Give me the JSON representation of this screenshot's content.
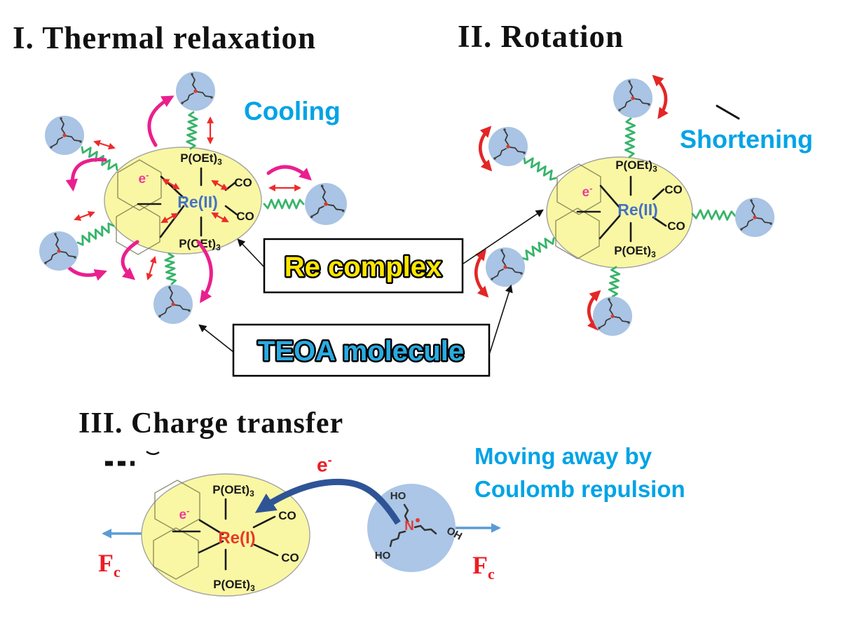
{
  "sections": {
    "thermal": {
      "title": "I. Thermal relaxation",
      "annotation": "Cooling"
    },
    "rotation": {
      "title": "II. Rotation",
      "annotation": "Shortening"
    },
    "charge": {
      "title": "III. Charge transfer",
      "annotation_line1": "Moving away by",
      "annotation_line2": "Coulomb repulsion"
    }
  },
  "callouts": {
    "re_complex": "Re complex",
    "teoa_molecule": "TEOA molecule"
  },
  "chem": {
    "phosphite": "P(OEt)",
    "phosphite_sub": "3",
    "carbonyl": "CO",
    "re_ii": "Re(II)",
    "re_i": "Re(I)",
    "electron": "e",
    "electron_sup": "-"
  },
  "teoa": {
    "nitrogen": "N",
    "hydroxyl_ho": "HO",
    "hydroxyl_oh": "OH"
  },
  "force": {
    "symbol": "F",
    "sub": "c"
  },
  "colors": {
    "accent_cyan": "#00a3e6",
    "box_label_yellow": "#ffe600",
    "box_label_cyan": "#29abe2",
    "re2_blue": "#4472c4",
    "re1_red": "#e8392a",
    "electron_pink": "#ee3a9a",
    "force_red": "#ed1c24",
    "spring_green": "#37b469",
    "teoa_circle_blue": "#a9c4e4",
    "complex_yellow": "#f9f7a3",
    "magenta_arrow": "#ea1f8e",
    "transfer_arrow_blue": "#2f5496",
    "repulsion_arrow_blue": "#5b9bd5"
  }
}
